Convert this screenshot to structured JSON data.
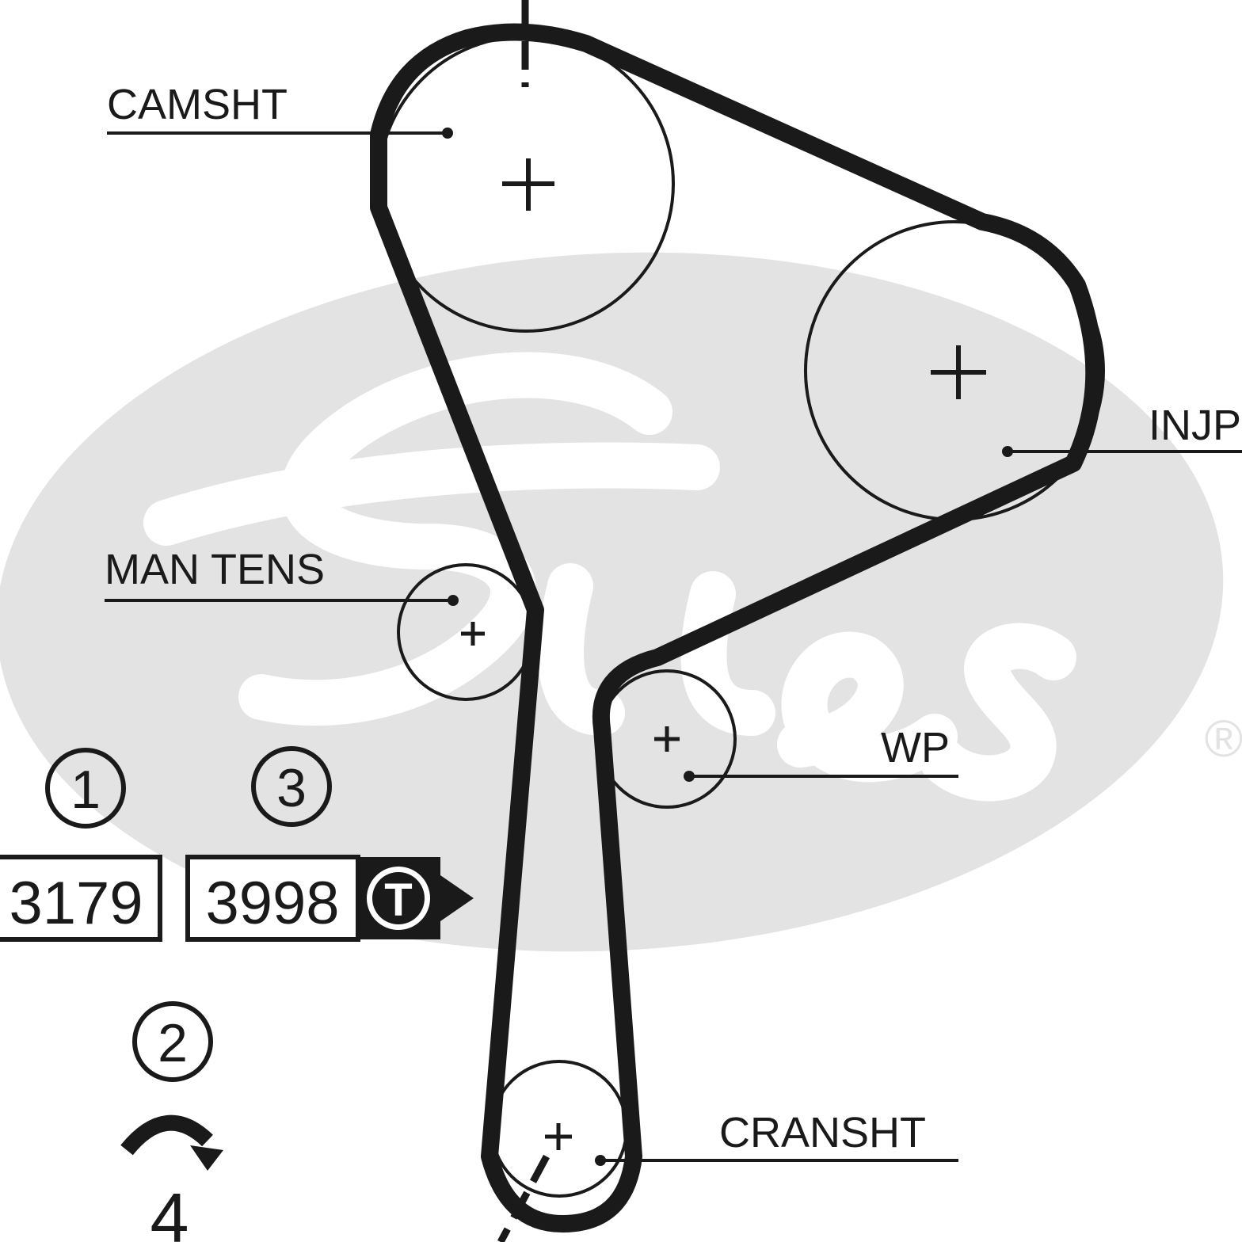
{
  "brand": {
    "name": "Gates",
    "registered_mark": "®",
    "logo_color": "#e3e3e3"
  },
  "belt_color": "#1a1a1a",
  "components": {
    "camshaft": "CAMSHT",
    "injection_pump": "INJP",
    "manual_tensioner": "MAN TENS",
    "water_pump": "WP",
    "crankshaft": "CRANSHT"
  },
  "steps": {
    "step1": "1",
    "step2": "2",
    "step3": "3"
  },
  "codes": {
    "code_a": "3179",
    "code_b": "3998",
    "torque_symbol": "T"
  },
  "rotation": {
    "turns": "4",
    "icon": "clockwise-arrow-icon"
  }
}
